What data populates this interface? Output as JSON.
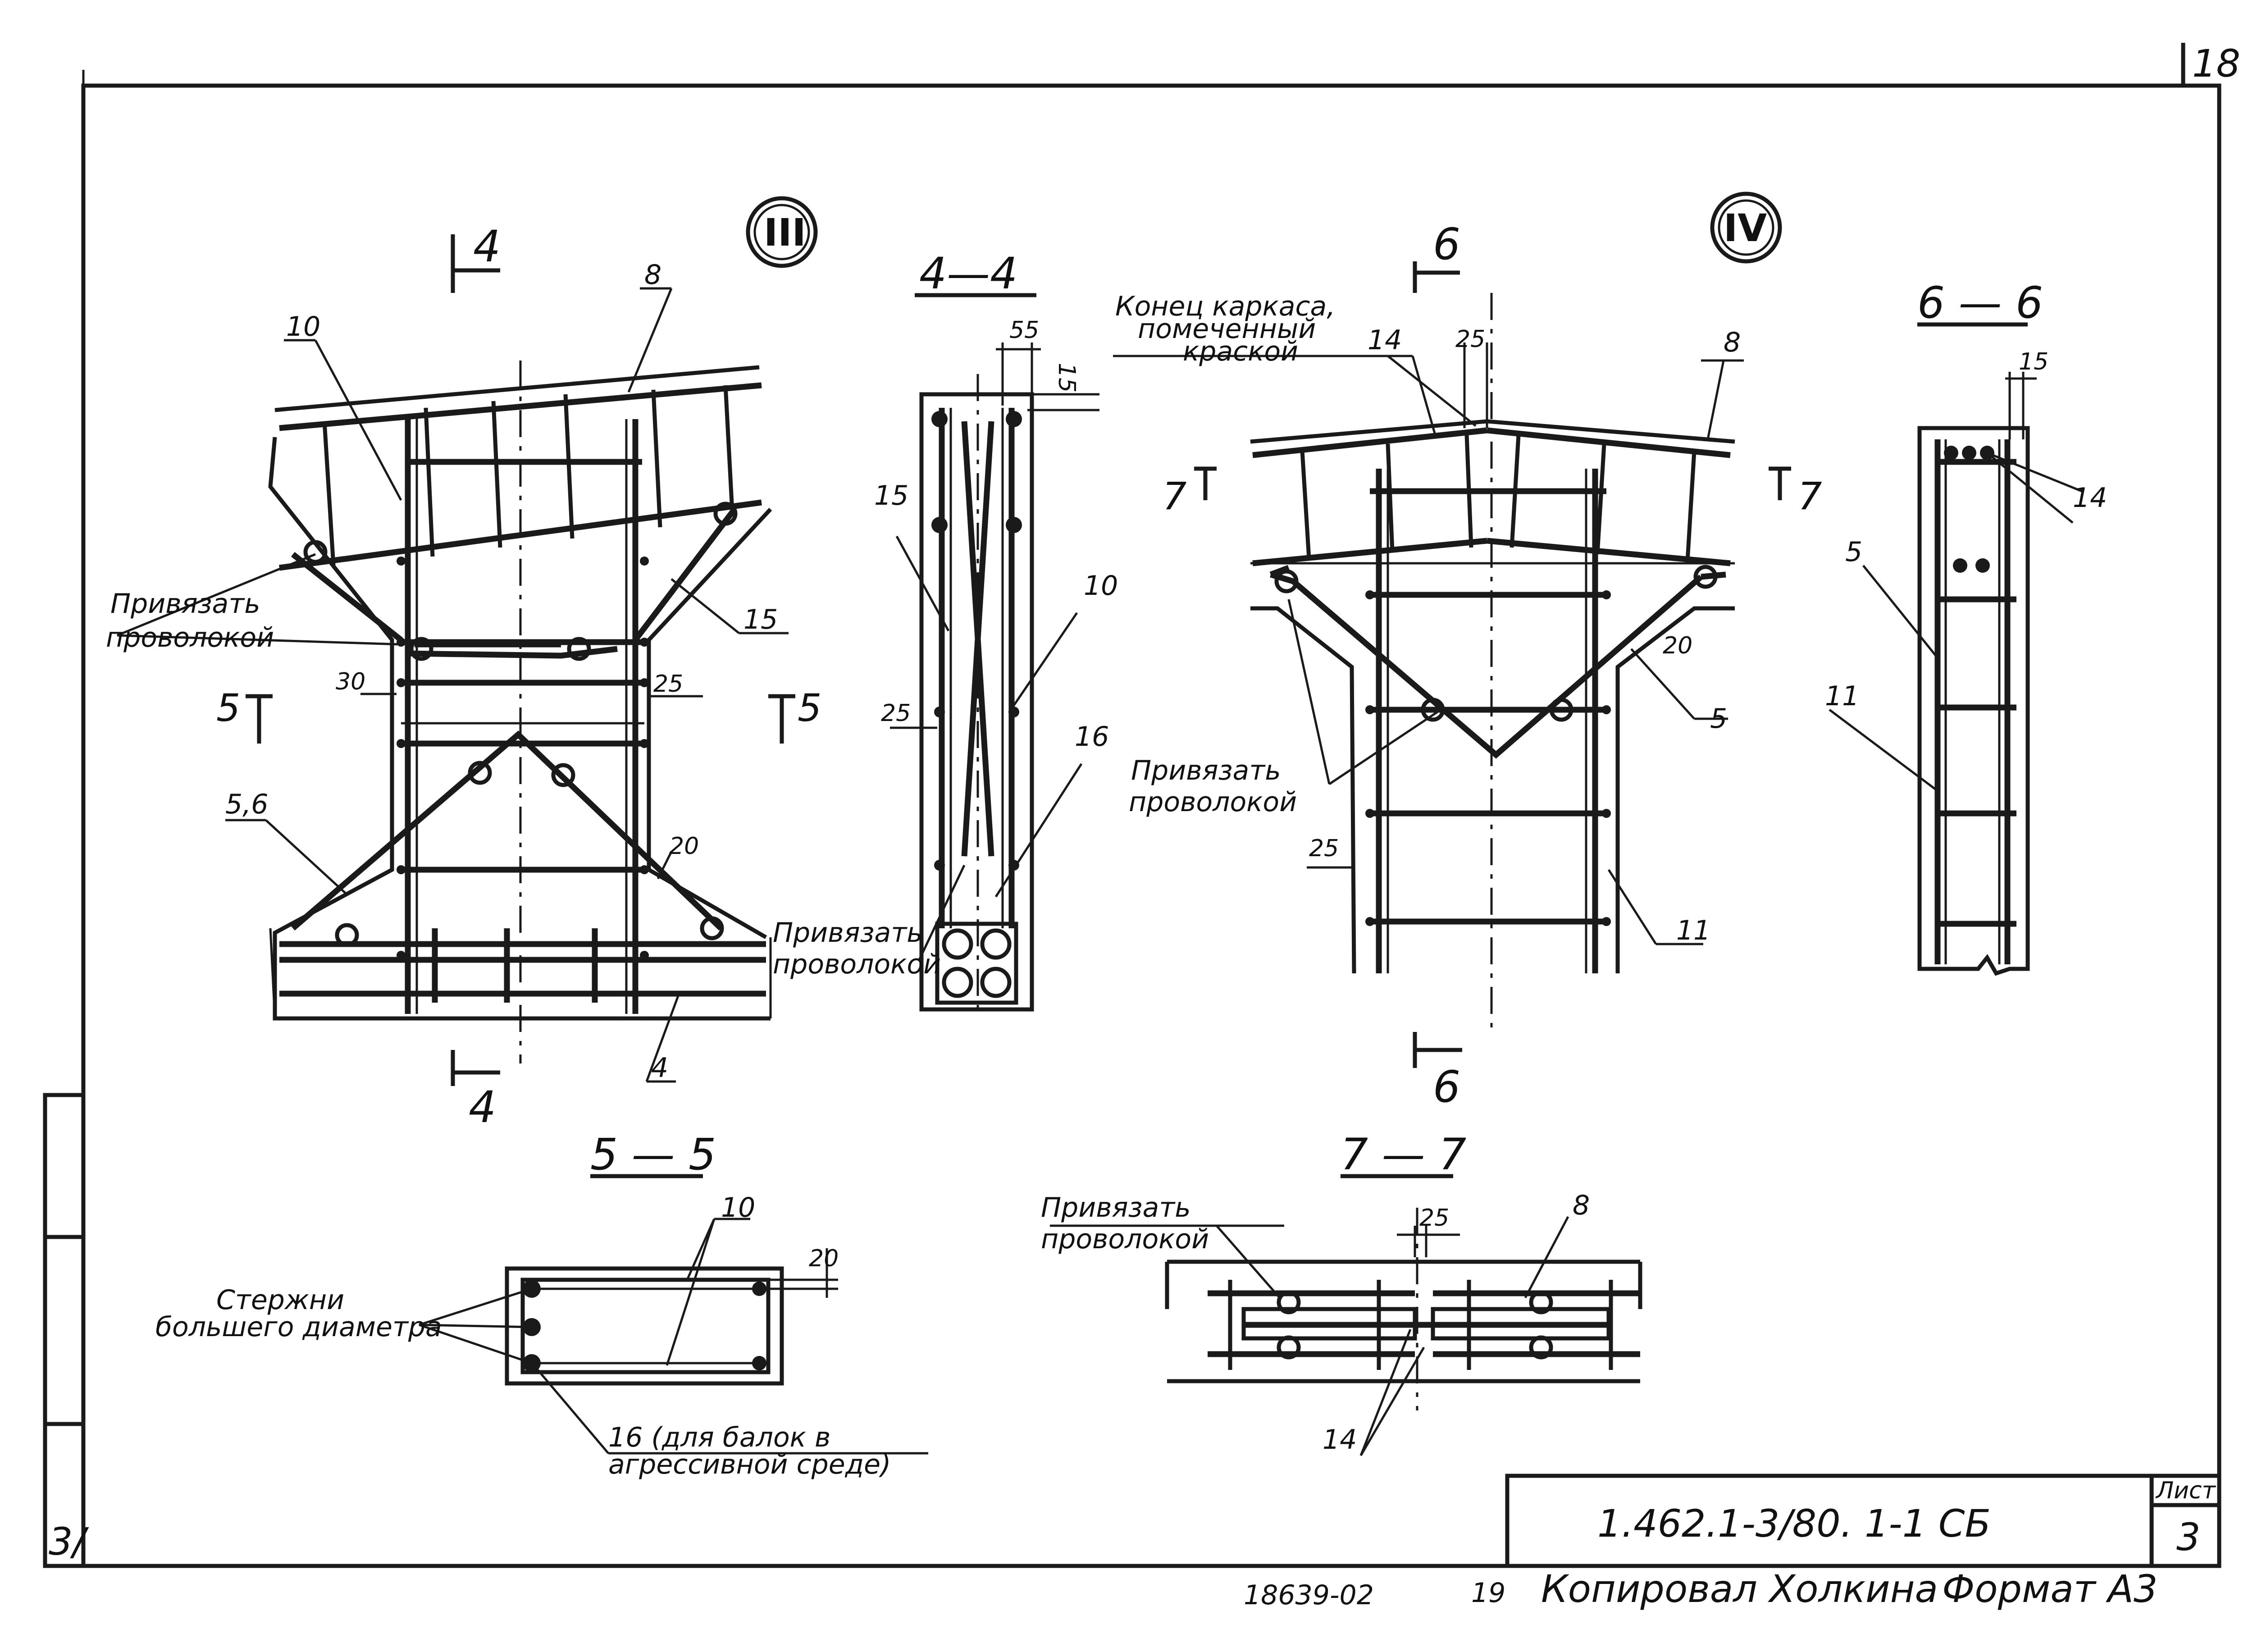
{
  "sheet": {
    "page_number": "18",
    "side_stamp": "3/",
    "doc_code": "1.462.1-3/80. 1-1 СБ",
    "list_label": "Лист",
    "list_number": "3",
    "inventory": "18639-02",
    "footer_number": "19",
    "copied_by": "Копировал Холкина",
    "format": "Формат А3"
  },
  "view3": {
    "node": "III",
    "cut_top": "4",
    "cut_bottom": "4",
    "cut_left": "5",
    "cut_right": "5",
    "labels": {
      "l8": "8",
      "l10": "10",
      "l15": "15",
      "l56": "5,6",
      "l4": "4"
    },
    "tie1": "Привязать",
    "tie2": "проволокой",
    "dims": {
      "d30": "30",
      "d25": "25",
      "d20": "20"
    }
  },
  "sec44": {
    "title": "4—4",
    "labels": {
      "l15": "15",
      "l10": "10",
      "l16": "16"
    },
    "dims": {
      "d55": "55",
      "d15": "15",
      "d25": "25"
    },
    "tie1": "Привязать",
    "tie2": "проволокой"
  },
  "view4": {
    "node": "IV",
    "cut_top": "6",
    "cut_bottom": "6",
    "cut_left": "7",
    "cut_right": "7",
    "note1": "Конец каркаса,",
    "note2": "помеченный",
    "note3": "краской",
    "labels": {
      "l14": "14",
      "l8": "8",
      "l5": "5",
      "l11": "11"
    },
    "dims": {
      "d25a": "25",
      "d20": "20",
      "d25b": "25"
    },
    "tie1": "Привязать",
    "tie2": "проволокой"
  },
  "sec66": {
    "title": "6 — 6",
    "labels": {
      "l14": "14",
      "l5": "5",
      "l11": "11"
    },
    "dims": {
      "d15": "15"
    }
  },
  "sec55": {
    "title": "5 — 5",
    "labels": {
      "l10": "10"
    },
    "dims": {
      "d20": "20"
    },
    "bars1": "Стержни",
    "bars2": "большего диаметра",
    "note1": "16 (для балок в",
    "note2": "агрессивной среде)"
  },
  "sec77": {
    "title": "7 — 7",
    "labels": {
      "l8": "8",
      "l14": "14"
    },
    "dims": {
      "d25": "25"
    },
    "tie1": "Привязать",
    "tie2": "проволокой"
  }
}
